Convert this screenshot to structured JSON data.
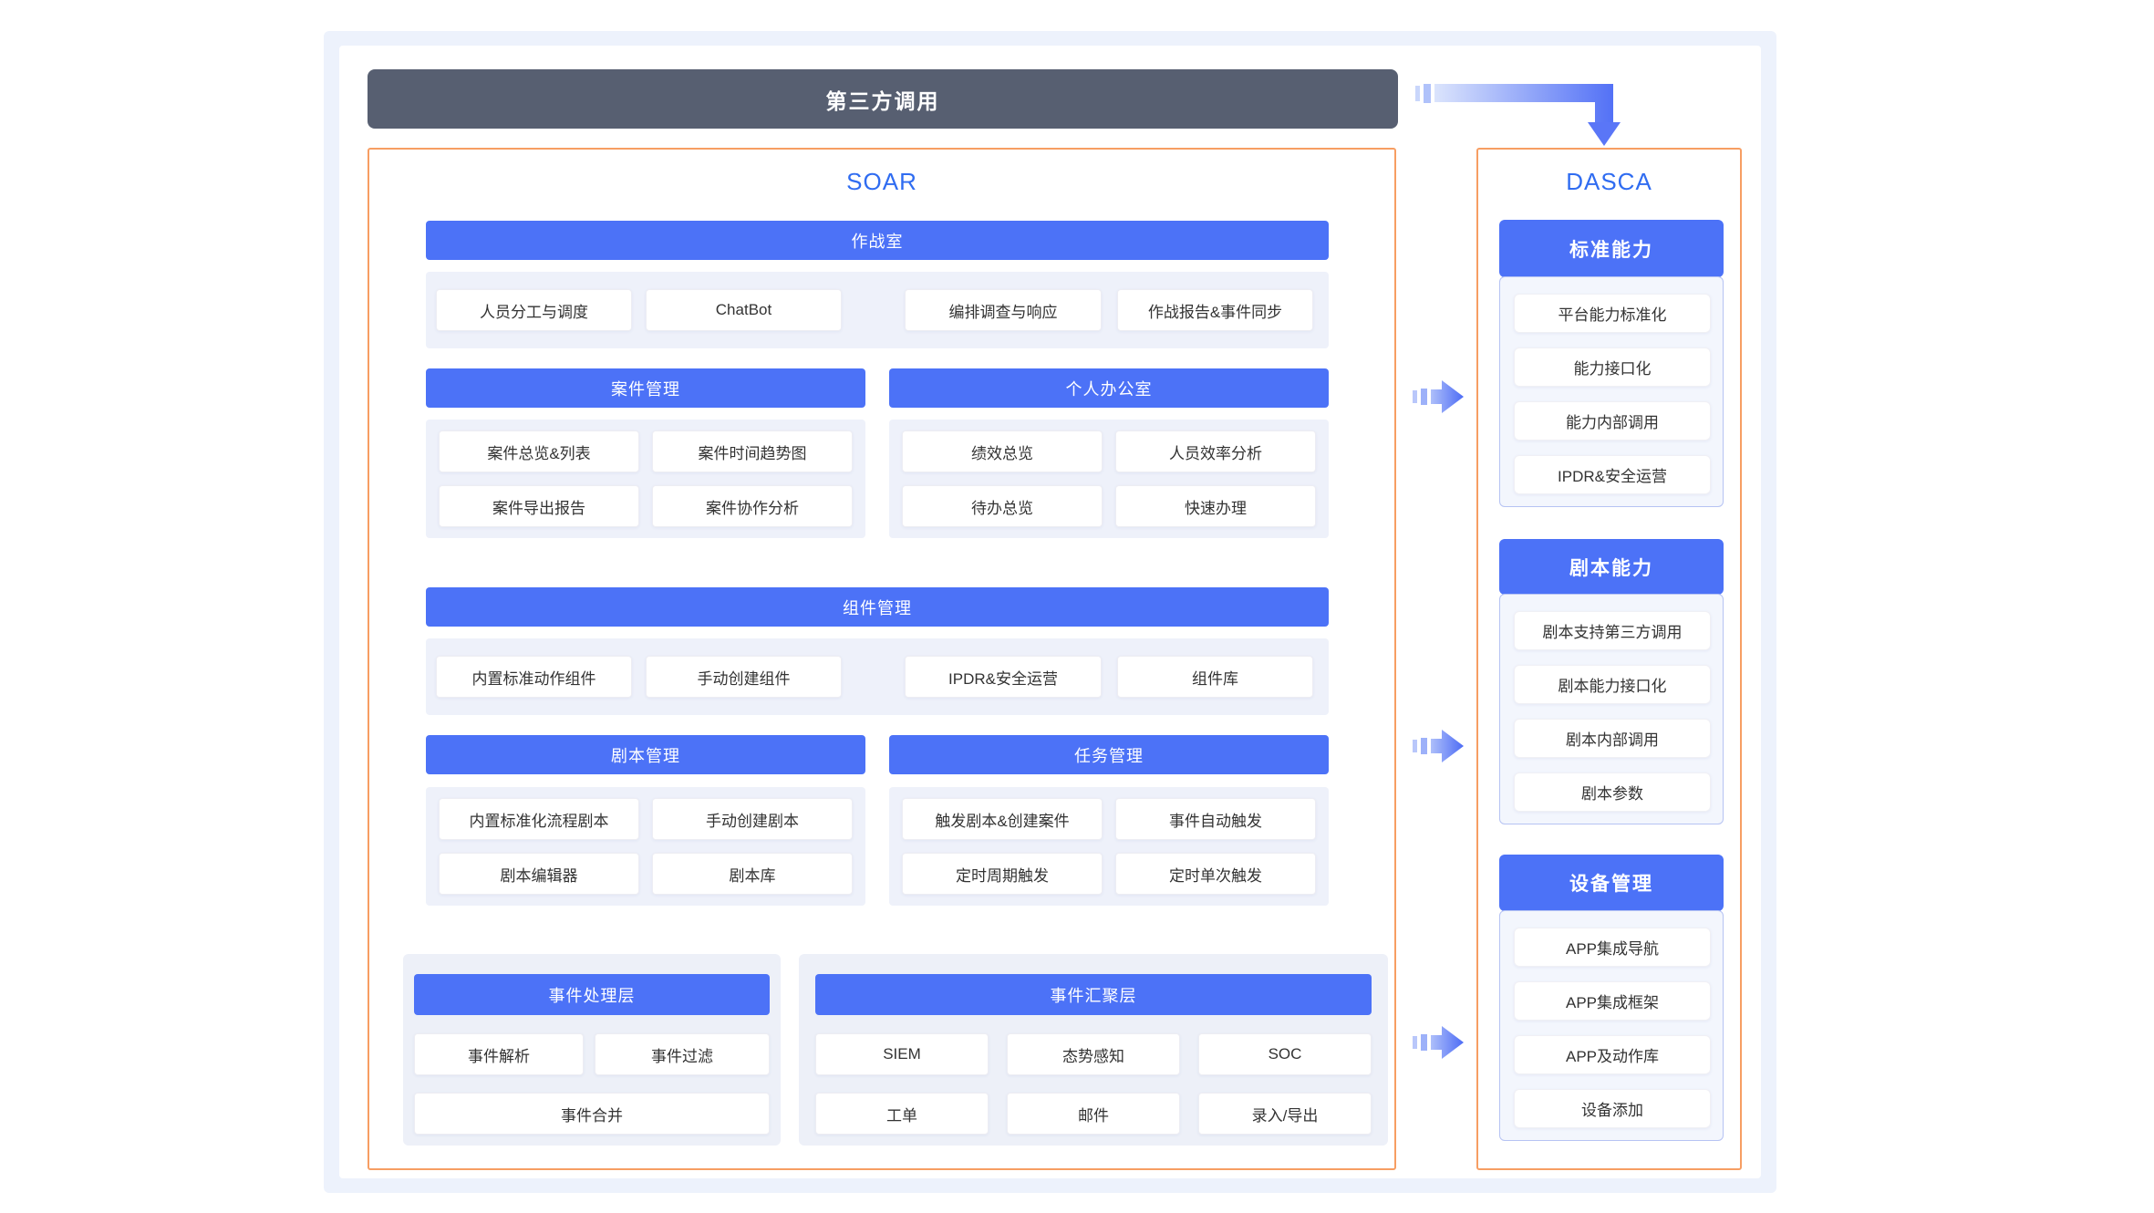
{
  "top_bar": {
    "label": "第三方调用"
  },
  "colors": {
    "accent_blue": "#4c72f7",
    "title_blue": "#2f6cf1",
    "dark_bar": "#575f71",
    "orange_border": "#f79e63",
    "panel_light": "#eef1fa",
    "dasca_panel": "#f3f6fd"
  },
  "soar": {
    "title": "SOAR",
    "war_room": {
      "header": "作战室",
      "items": [
        "人员分工与调度",
        "ChatBot",
        "编排调查与响应",
        "作战报告&事件同步"
      ]
    },
    "case_mgmt": {
      "header": "案件管理",
      "items": [
        "案件总览&列表",
        "案件时间趋势图",
        "案件导出报告",
        "案件协作分析"
      ]
    },
    "personal_office": {
      "header": "个人办公室",
      "items": [
        "绩效总览",
        "人员效率分析",
        "待办总览",
        "快速办理"
      ]
    },
    "component_mgmt": {
      "header": "组件管理",
      "items": [
        "内置标准动作组件",
        "手动创建组件",
        "IPDR&安全运营",
        "组件库"
      ]
    },
    "playbook_mgmt": {
      "header": "剧本管理",
      "items": [
        "内置标准化流程剧本",
        "手动创建剧本",
        "剧本编辑器",
        "剧本库"
      ]
    },
    "task_mgmt": {
      "header": "任务管理",
      "items": [
        "触发剧本&创建案件",
        "事件自动触发",
        "定时周期触发",
        "定时单次触发"
      ]
    },
    "event_processing": {
      "header": "事件处理层",
      "items": [
        "事件解析",
        "事件过滤",
        "事件合并"
      ]
    },
    "event_aggregation": {
      "header": "事件汇聚层",
      "items": [
        "SIEM",
        "态势感知",
        "SOC",
        "工单",
        "邮件",
        "录入/导出"
      ]
    }
  },
  "dasca": {
    "title": "DASCA",
    "groups": [
      {
        "header": "标准能力",
        "items": [
          "平台能力标准化",
          "能力接口化",
          "能力内部调用",
          "IPDR&安全运营"
        ]
      },
      {
        "header": "剧本能力",
        "items": [
          "剧本支持第三方调用",
          "剧本能力接口化",
          "剧本内部调用",
          "剧本参数"
        ]
      },
      {
        "header": "设备管理",
        "items": [
          "APP集成导航",
          "APP集成框架",
          "APP及动作库",
          "设备添加"
        ]
      }
    ]
  }
}
